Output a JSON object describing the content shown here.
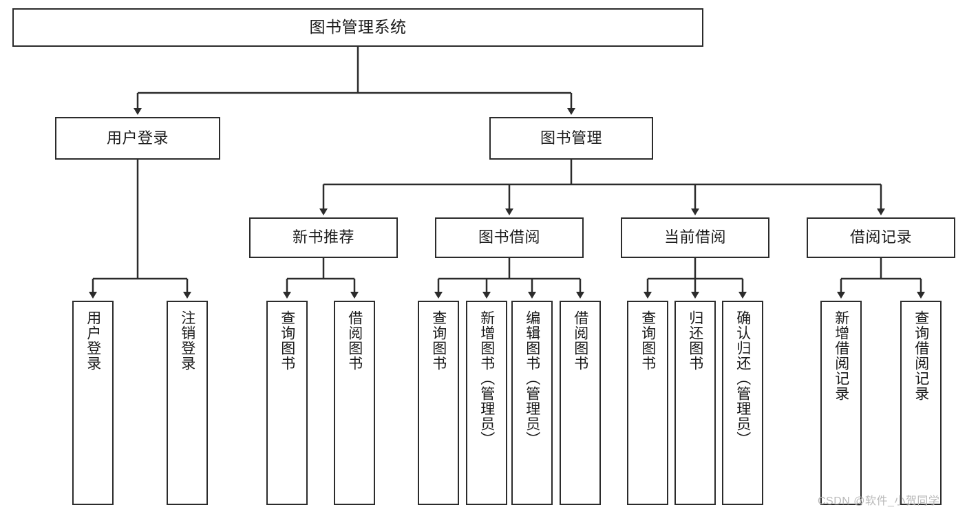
{
  "diagram": {
    "title": "图书管理系统",
    "type": "hierarchy-tree",
    "watermark": "CSDN @软件_小贺同学",
    "colors": {
      "stroke": "#2b2b2b",
      "fill": "#ffffff",
      "text": "#1a1a1a",
      "watermark": "#b9b9b9"
    },
    "levels": {
      "root": {
        "label": "图书管理系统"
      },
      "level1": [
        {
          "label": "用户登录"
        },
        {
          "label": "图书管理"
        }
      ],
      "level2": [
        {
          "label": "新书推荐"
        },
        {
          "label": "图书借阅"
        },
        {
          "label": "当前借阅"
        },
        {
          "label": "借阅记录"
        }
      ],
      "leaves": [
        {
          "label": "用户登录",
          "parent": "用户登录"
        },
        {
          "label": "注销登录",
          "parent": "用户登录"
        },
        {
          "label": "查询图书",
          "parent": "新书推荐"
        },
        {
          "label": "借阅图书",
          "parent": "新书推荐"
        },
        {
          "label": "查询图书",
          "parent": "图书借阅"
        },
        {
          "label": "新增图书（管理员）",
          "parent": "图书借阅"
        },
        {
          "label": "编辑图书（管理员）",
          "parent": "图书借阅"
        },
        {
          "label": "借阅图书",
          "parent": "图书借阅"
        },
        {
          "label": "查询图书",
          "parent": "当前借阅"
        },
        {
          "label": "归还图书",
          "parent": "当前借阅"
        },
        {
          "label": "确认归还（管理员）",
          "parent": "当前借阅"
        },
        {
          "label": "新增借阅记录",
          "parent": "借阅记录"
        },
        {
          "label": "查询借阅记录",
          "parent": "借阅记录"
        }
      ]
    }
  }
}
